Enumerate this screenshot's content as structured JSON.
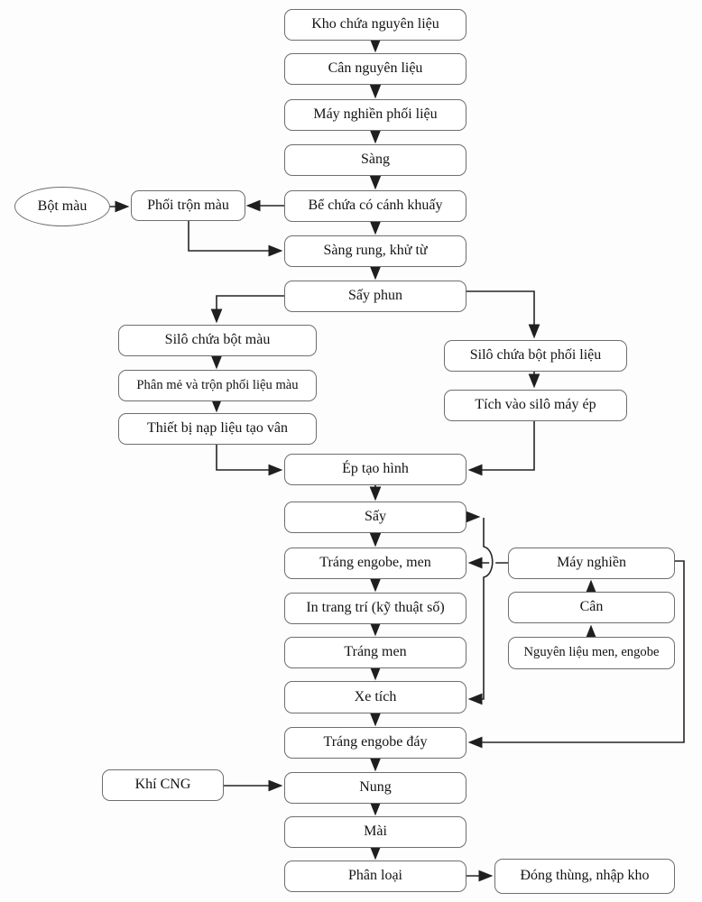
{
  "diagram": {
    "type": "flowchart",
    "language": "vi",
    "nodes": {
      "bot_mau": {
        "label": "Bột màu",
        "shape": "ellipse"
      },
      "kho_chua": {
        "label": "Kho chứa nguyên liệu",
        "shape": "rect"
      },
      "can_nl": {
        "label": "Cân nguyên liệu",
        "shape": "rect"
      },
      "may_nghien_pl": {
        "label": "Máy nghiền phối liệu",
        "shape": "rect"
      },
      "sang": {
        "label": "Sàng",
        "shape": "rect"
      },
      "be_chua": {
        "label": "Bể chứa có cánh khuấy",
        "shape": "rect"
      },
      "phoi_tron": {
        "label": "Phối trộn màu",
        "shape": "rect"
      },
      "sang_rung": {
        "label": "Sàng rung, khử từ",
        "shape": "rect"
      },
      "say_phun": {
        "label": "Sấy phun",
        "shape": "rect"
      },
      "silo_bot_mau": {
        "label": "Silô chứa bột màu",
        "shape": "rect"
      },
      "phan_me": {
        "label": "Phân mẻ và trộn phối liệu màu",
        "shape": "rect"
      },
      "thiet_bi_nap": {
        "label": "Thiết bị nạp liệu tạo vân",
        "shape": "rect"
      },
      "silo_phoi_lieu": {
        "label": "Silô chứa bột phối liệu",
        "shape": "rect"
      },
      "tich_silo": {
        "label": "Tích vào silô máy ép",
        "shape": "rect"
      },
      "ep_tao_hinh": {
        "label": "Ép tạo hình",
        "shape": "rect"
      },
      "say": {
        "label": "Sấy",
        "shape": "rect"
      },
      "trang_engobe_men": {
        "label": "Tráng engobe, men",
        "shape": "rect"
      },
      "in_trang_tri": {
        "label": "In trang trí (kỹ thuật số)",
        "shape": "rect"
      },
      "trang_men": {
        "label": "Tráng men",
        "shape": "rect"
      },
      "xe_tich": {
        "label": "Xe tích",
        "shape": "rect"
      },
      "trang_engobe_day": {
        "label": "Tráng engobe đáy",
        "shape": "rect"
      },
      "khi_cng": {
        "label": "Khí CNG",
        "shape": "rect"
      },
      "nung": {
        "label": "Nung",
        "shape": "rect"
      },
      "mai": {
        "label": "Mài",
        "shape": "rect"
      },
      "phan_loai": {
        "label": "Phân loại",
        "shape": "rect"
      },
      "dong_thung": {
        "label": "Đóng thùng, nhập kho",
        "shape": "rect"
      },
      "may_nghien2": {
        "label": "Máy nghiền",
        "shape": "rect"
      },
      "can2": {
        "label": "Cân",
        "shape": "rect"
      },
      "nguyen_lieu_men": {
        "label": "Nguyên liệu men, engobe",
        "shape": "rect"
      }
    },
    "edges": [
      {
        "from": "kho_chua",
        "to": "can_nl"
      },
      {
        "from": "can_nl",
        "to": "may_nghien_pl"
      },
      {
        "from": "may_nghien_pl",
        "to": "sang"
      },
      {
        "from": "sang",
        "to": "be_chua"
      },
      {
        "from": "be_chua",
        "to": "phoi_tron"
      },
      {
        "from": "bot_mau",
        "to": "phoi_tron"
      },
      {
        "from": "be_chua",
        "to": "sang_rung"
      },
      {
        "from": "phoi_tron",
        "to": "sang_rung"
      },
      {
        "from": "sang_rung",
        "to": "say_phun"
      },
      {
        "from": "say_phun",
        "to": "silo_bot_mau"
      },
      {
        "from": "silo_bot_mau",
        "to": "phan_me"
      },
      {
        "from": "phan_me",
        "to": "thiet_bi_nap"
      },
      {
        "from": "thiet_bi_nap",
        "to": "ep_tao_hinh"
      },
      {
        "from": "say_phun",
        "to": "silo_phoi_lieu"
      },
      {
        "from": "silo_phoi_lieu",
        "to": "tich_silo"
      },
      {
        "from": "tich_silo",
        "to": "ep_tao_hinh"
      },
      {
        "from": "ep_tao_hinh",
        "to": "say"
      },
      {
        "from": "say",
        "to": "trang_engobe_men"
      },
      {
        "from": "say",
        "to": "xe_tich"
      },
      {
        "from": "trang_engobe_men",
        "to": "in_trang_tri"
      },
      {
        "from": "in_trang_tri",
        "to": "trang_men"
      },
      {
        "from": "trang_men",
        "to": "xe_tich"
      },
      {
        "from": "xe_tich",
        "to": "trang_engobe_day"
      },
      {
        "from": "nguyen_lieu_men",
        "to": "can2"
      },
      {
        "from": "can2",
        "to": "may_nghien2"
      },
      {
        "from": "may_nghien2",
        "to": "trang_engobe_men"
      },
      {
        "from": "may_nghien2",
        "to": "trang_engobe_day"
      },
      {
        "from": "trang_engobe_day",
        "to": "nung"
      },
      {
        "from": "khi_cng",
        "to": "nung"
      },
      {
        "from": "nung",
        "to": "mai"
      },
      {
        "from": "mai",
        "to": "phan_loai"
      },
      {
        "from": "phan_loai",
        "to": "dong_thung"
      }
    ],
    "colors": {
      "background": "#fdfdfd",
      "box_fill": "#ffffff",
      "box_border": "#6e6e6e",
      "line": "#252525",
      "text": "#141414"
    }
  }
}
